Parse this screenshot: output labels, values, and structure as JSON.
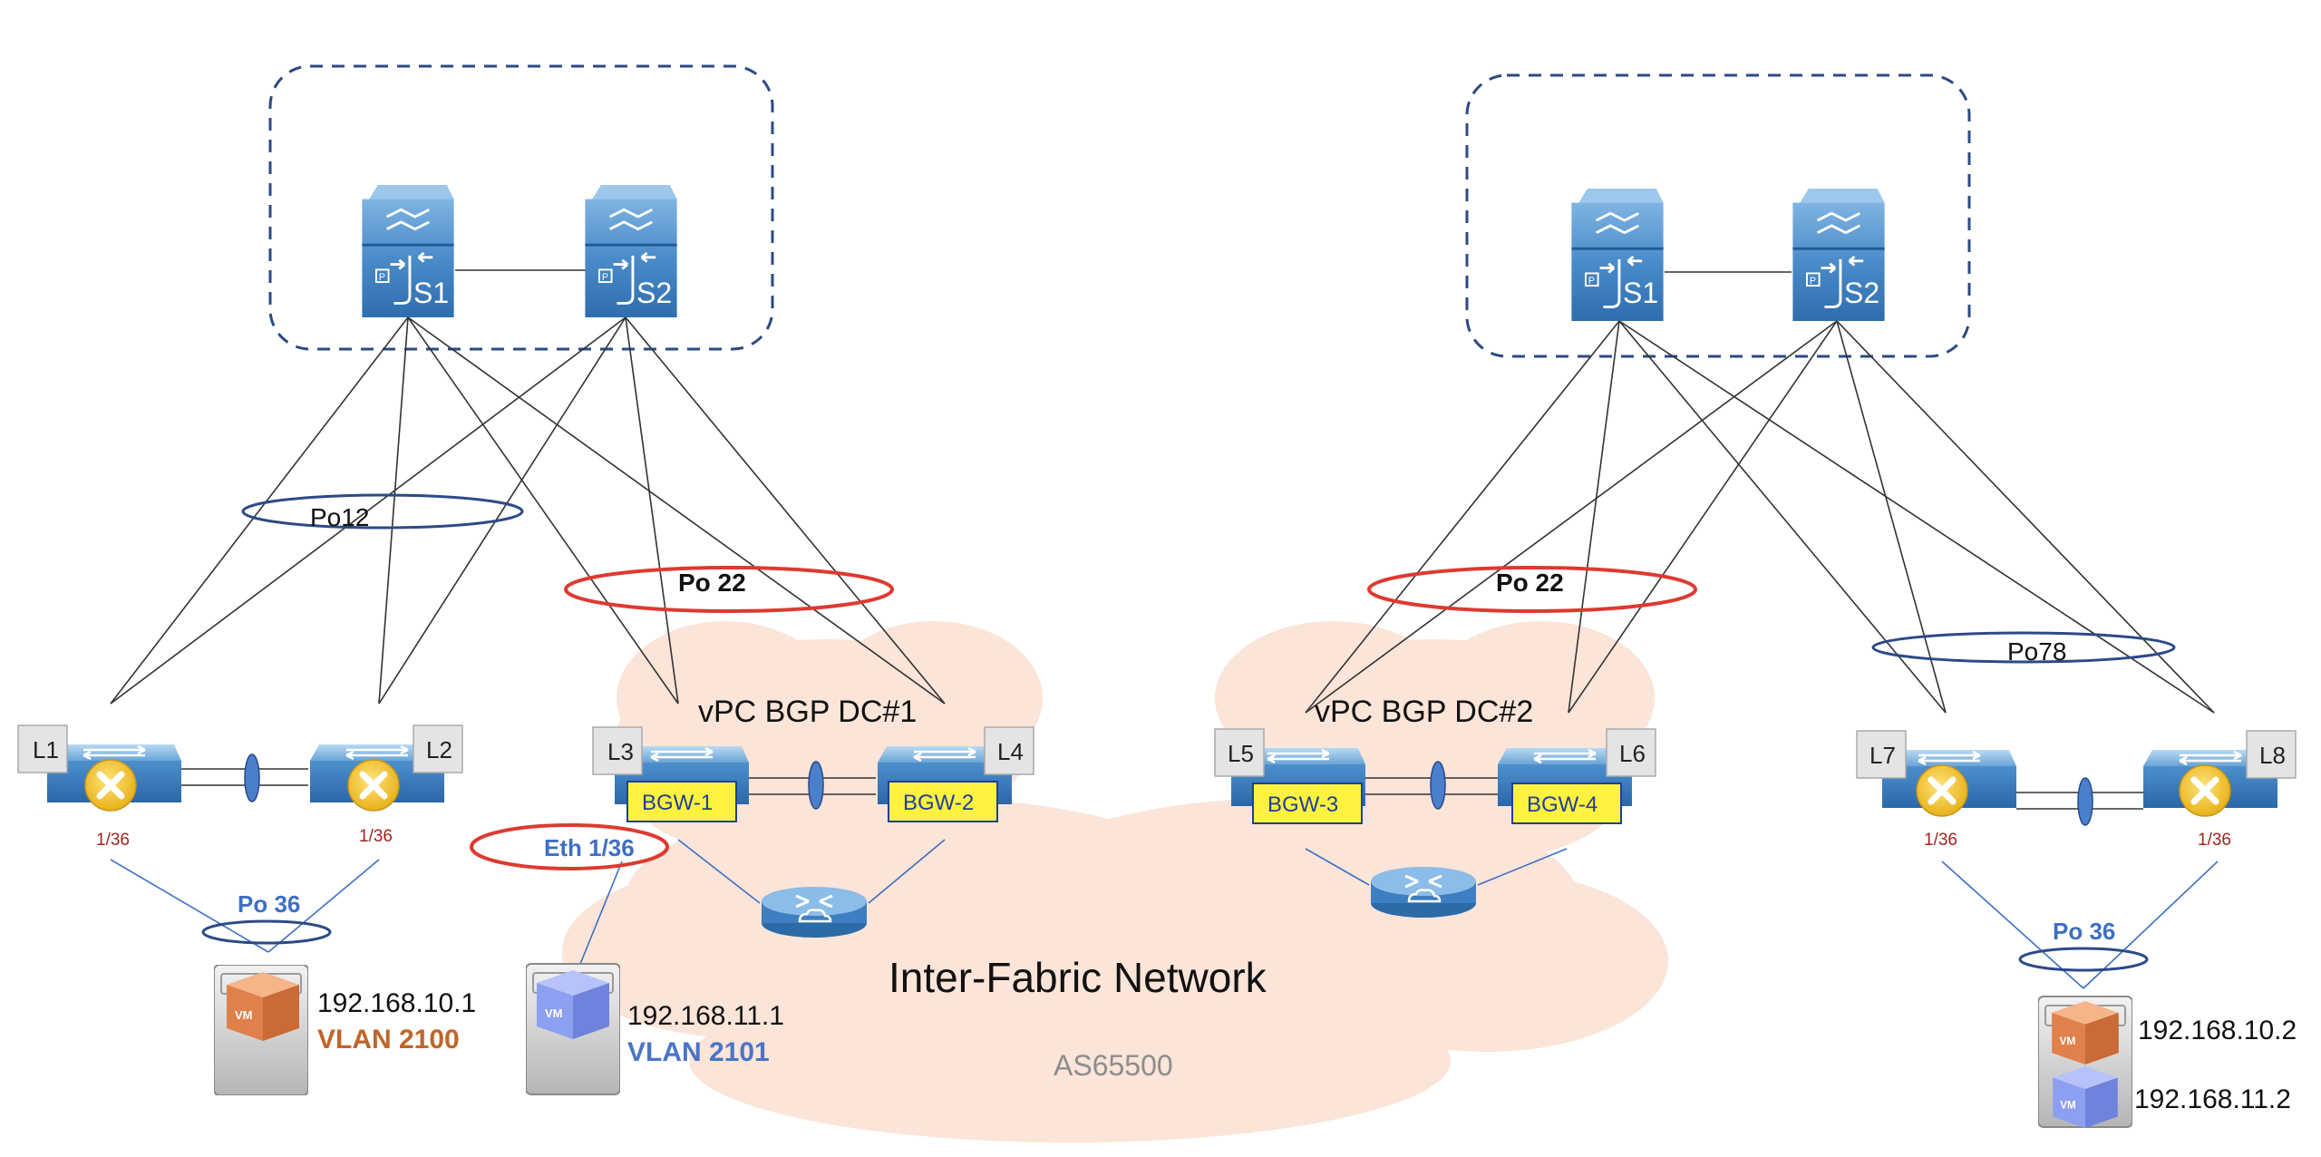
{
  "dc1": {
    "spines": [
      {
        "label": "S1"
      },
      {
        "label": "S2"
      }
    ],
    "leaves": [
      {
        "label": "L1"
      },
      {
        "label": "L2"
      },
      {
        "label": "L3"
      },
      {
        "label": "L4"
      }
    ],
    "bgw": [
      "BGW-1",
      "BGW-2"
    ],
    "po12": "Po12",
    "po22": "Po 22",
    "vpc_title": "vPC BGP DC#1",
    "port_left": "1/36",
    "port_right": "1/36",
    "po36": "Po 36",
    "eth": "Eth 1/36",
    "host1": {
      "ip": "192.168.10.1",
      "vlan": "VLAN 2100"
    },
    "host2": {
      "ip": "192.168.11.1",
      "vlan": "VLAN 2101"
    }
  },
  "dc2": {
    "spines": [
      {
        "label": "S1"
      },
      {
        "label": "S2"
      }
    ],
    "leaves": [
      {
        "label": "L5"
      },
      {
        "label": "L6"
      },
      {
        "label": "L7"
      },
      {
        "label": "L8"
      }
    ],
    "bgw": [
      "BGW-3",
      "BGW-4"
    ],
    "po22": "Po 22",
    "po78": "Po78",
    "vpc_title": "vPC BGP DC#2",
    "port_left": "1/36",
    "port_right": "1/36",
    "po36": "Po 36",
    "host_ips": [
      "192.168.10.2",
      "192.168.11.2"
    ]
  },
  "network": {
    "name": "Inter-Fabric Network",
    "asn": "AS65500"
  },
  "icons": {
    "spine": "nexus-spine-switch-icon",
    "leaf": "nexus-leaf-switch-icon",
    "router": "router-icon",
    "server": "server-icon",
    "vm": "vm-cube-icon"
  },
  "colors": {
    "switch_blue": "#3d7fc1",
    "link_red": "#dd3a31",
    "link_navy": "#2b4a86",
    "bgw_yellow": "#fff23f",
    "cloud": "#fbe4d8",
    "vm_orange": "#e8945e",
    "vm_blue": "#8d9ff0"
  }
}
